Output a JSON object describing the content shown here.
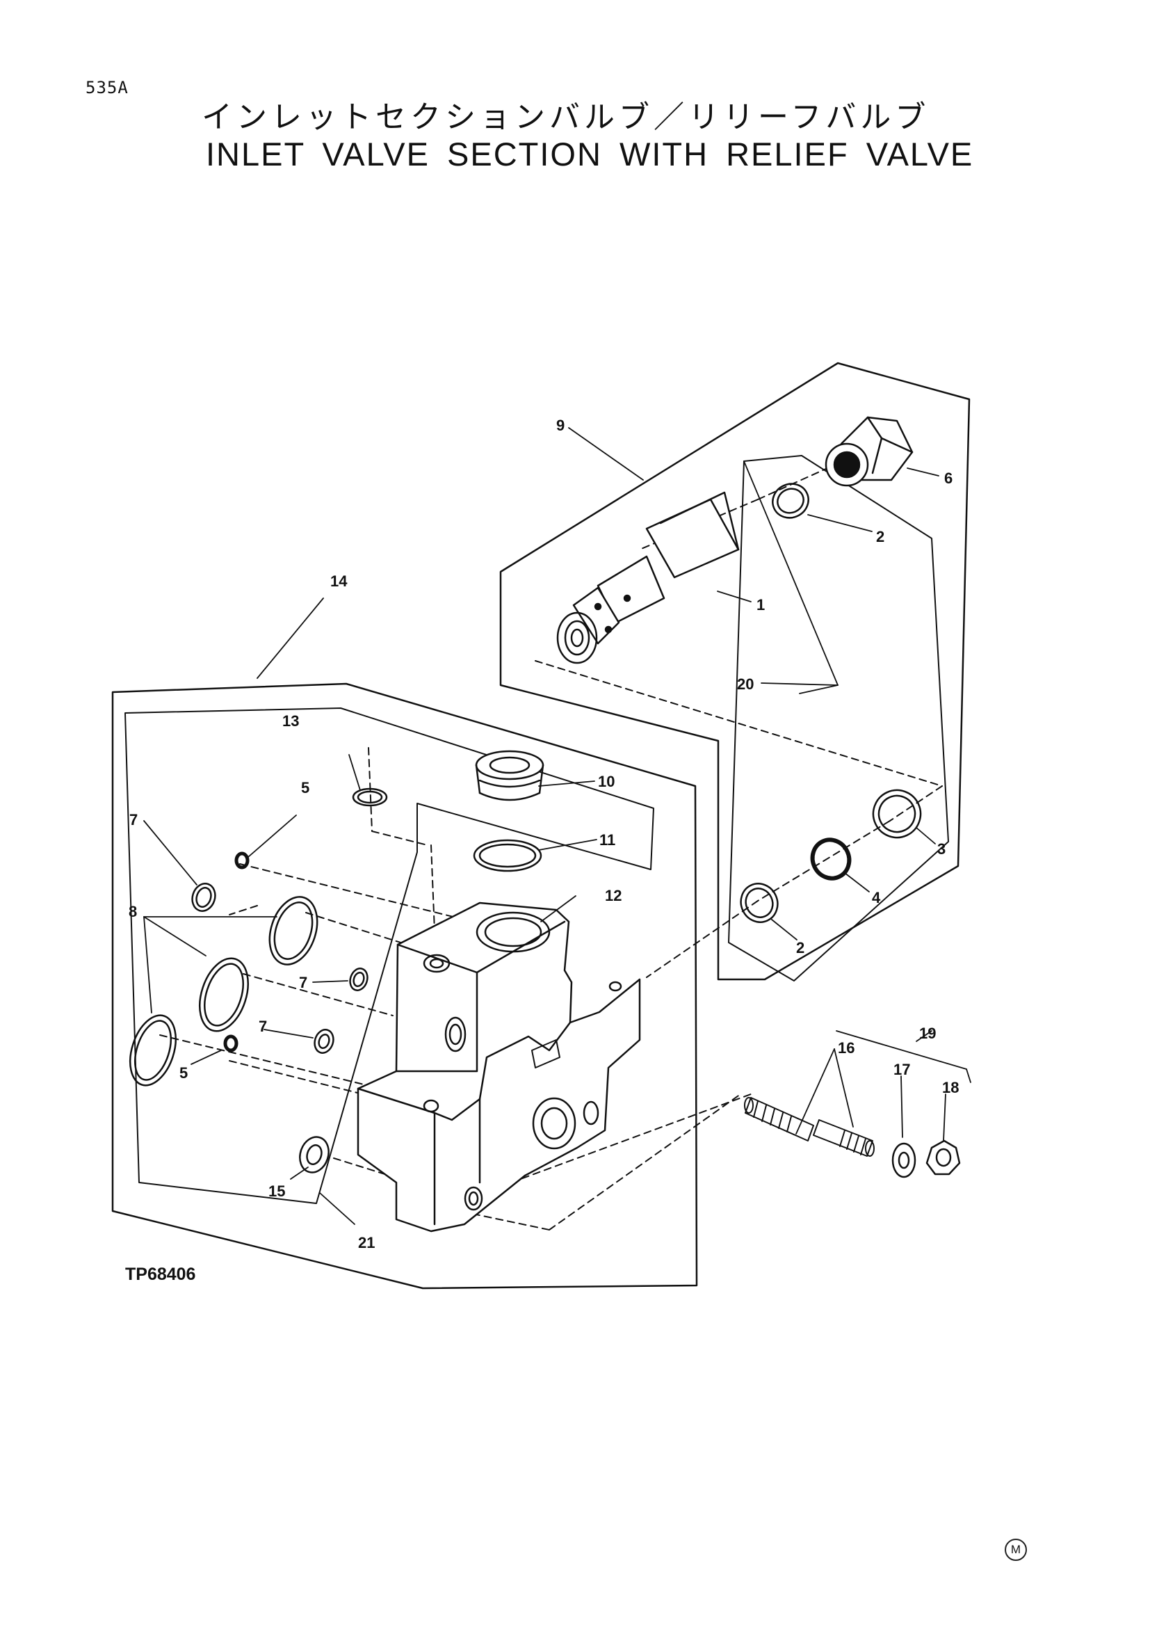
{
  "page_code": "535A",
  "title_jp": "インレットセクションバルブ／リリーフバルブ",
  "title_en": "INLET VALVE SECTION WITH RELIEF VALVE",
  "figure_code": "TP68406",
  "mark": "M",
  "callouts": {
    "c1": "1",
    "c2a": "2",
    "c2b": "2",
    "c3": "3",
    "c4": "4",
    "c5a": "5",
    "c5b": "5",
    "c6": "6",
    "c7a": "7",
    "c7b": "7",
    "c7c": "7",
    "c8": "8",
    "c9": "9",
    "c10": "10",
    "c11": "11",
    "c12": "12",
    "c13": "13",
    "c14": "14",
    "c15": "15",
    "c16": "16",
    "c17": "17",
    "c18": "18",
    "c19": "19",
    "c20": "20",
    "c21": "21"
  }
}
